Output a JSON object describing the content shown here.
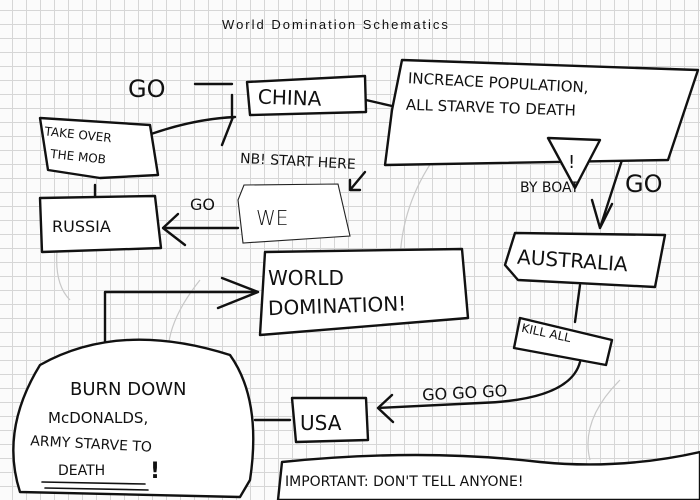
{
  "title": "World Domination Schematics",
  "nodes": {
    "china": "CHINA",
    "increase": [
      "INCREACE POPULATION,",
      "ALL STARVE TO DEATH"
    ],
    "take_over": [
      "TAKE OVER",
      "THE MOB"
    ],
    "start_note": "NB! START HERE",
    "we": "WE",
    "russia": "RUSSIA",
    "warning": "!",
    "by_boat": "BY BOAT",
    "australia": "AUSTRALIA",
    "world_domination": [
      "WORLD",
      "DOMINATION!"
    ],
    "kill_all": "KILL ALL",
    "burn_down": [
      "BURN DOWN",
      "McDONALDS,",
      "ARMY STARVE TO",
      "DEATH",
      "!"
    ],
    "usa": "USA",
    "important": "IMPORTANT: DON'T TELL ANYONE!"
  },
  "edges": {
    "go_china": "GO",
    "go_russia": "GO",
    "go_australia": "GO",
    "go_usa": "GO GO GO"
  }
}
